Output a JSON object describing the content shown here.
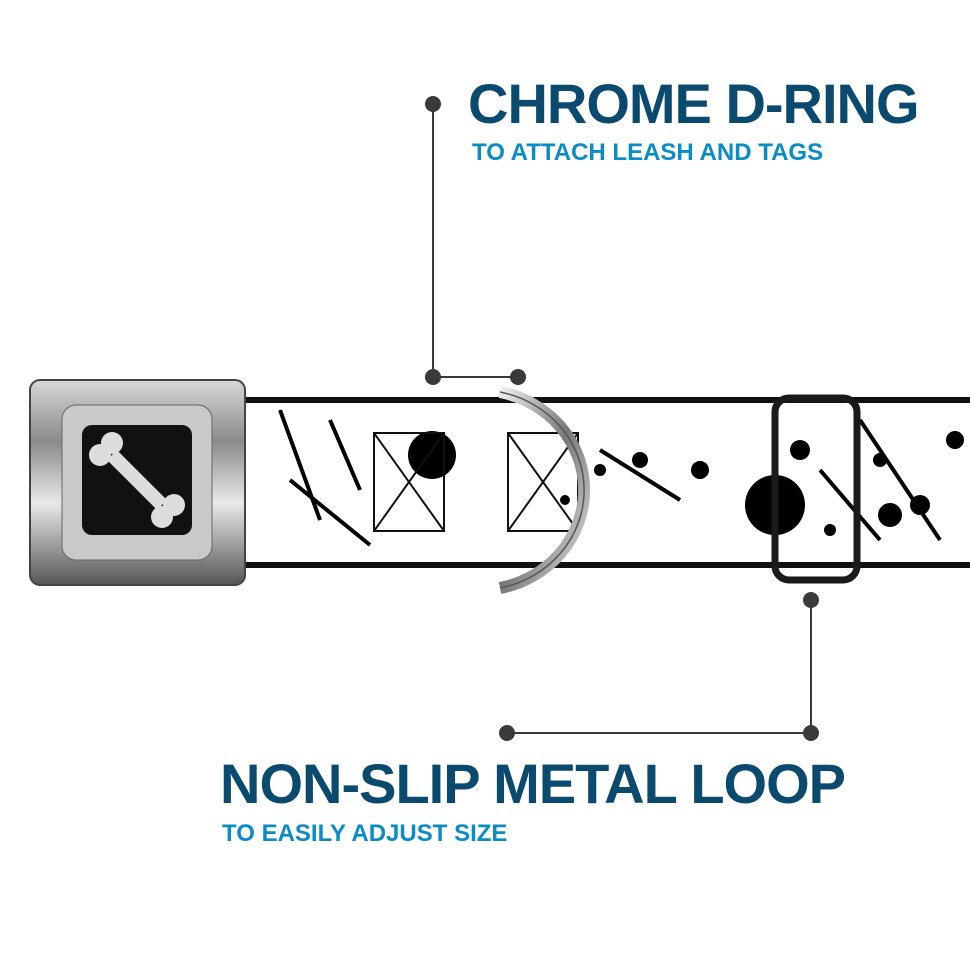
{
  "callouts": [
    {
      "title": "CHROME D-RING",
      "subtitle": "TO ATTACH LEASH AND TAGS"
    },
    {
      "title": "NON-SLIP METAL LOOP",
      "subtitle": "TO EASILY ADJUST SIZE"
    }
  ],
  "colors": {
    "title": "#0b4a6f",
    "subtitle": "#0a8cc6",
    "leader": "#3a3a3a"
  },
  "icons": {
    "buckle_logo": "bone-icon"
  }
}
